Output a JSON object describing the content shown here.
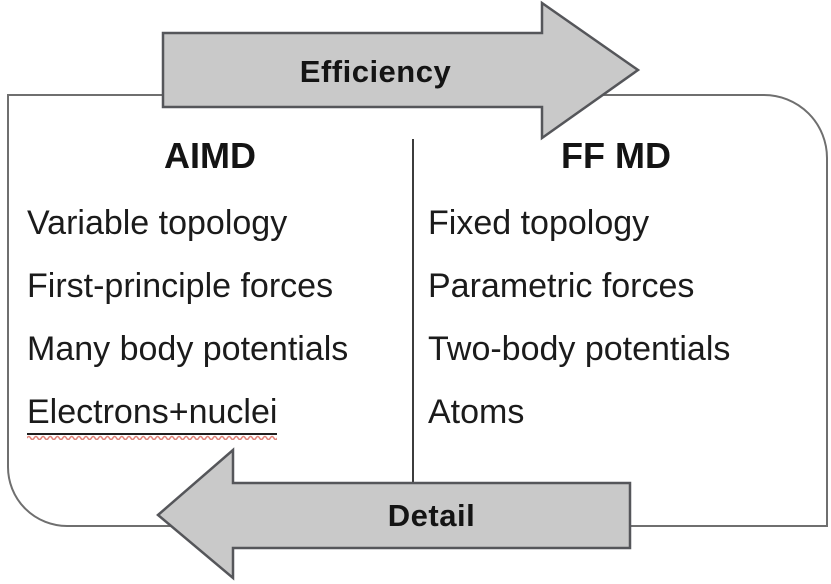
{
  "diagram": {
    "title_semantics": "AIMD vs FF MD trade-off cycle",
    "arrows": {
      "efficiency_label": "Efficiency",
      "efficiency_direction": "right",
      "detail_label": "Detail",
      "detail_direction": "left"
    },
    "columns": [
      {
        "title": "AIMD",
        "items": [
          "Variable topology",
          "First-principle forces",
          "Many body potentials",
          "Electrons+nuclei"
        ]
      },
      {
        "title": "FF MD",
        "items": [
          "Fixed topology",
          "Parametric forces",
          "Two-body potentials",
          "Atoms"
        ]
      }
    ],
    "colors": {
      "arrow_fill": "#c9c9c9",
      "arrow_stroke": "#55565a",
      "frame_border": "#6f6f6f",
      "divider": "#3c3c3c",
      "text": "#1b1b1b",
      "underline": "#1f1f1f",
      "spellcheck_squiggle": "#e08379"
    }
  }
}
